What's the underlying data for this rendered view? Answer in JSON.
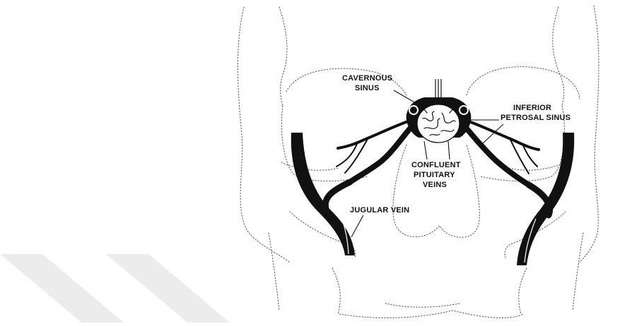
{
  "labels": {
    "cavernous_sinus": [
      "CAVERNOUS",
      "SINUS"
    ],
    "inferior_petrosal_sinus": [
      "INFERIOR",
      "PETROSAL SINUS"
    ],
    "confluent_pituitary_veins": [
      "CONFLUENT",
      "PITUITARY",
      "VEINS"
    ],
    "jugular_vein": [
      "JUGULAR VEIN"
    ]
  },
  "colors": {
    "ink": "#111111",
    "outline": "#666666",
    "watermark": "#ececec"
  }
}
